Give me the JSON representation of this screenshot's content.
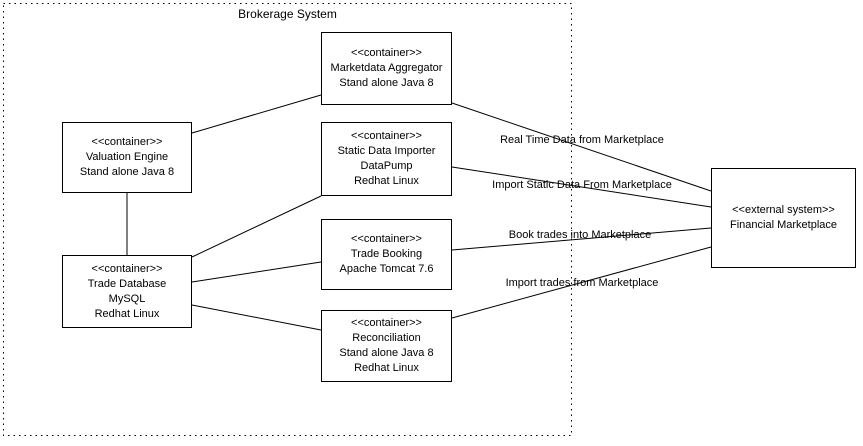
{
  "diagram": {
    "boundary_label": "Brokerage System",
    "nodes": [
      {
        "name": "marketdata-aggregator",
        "lines": [
          "<<container>>",
          "Marketdata Aggregator",
          "Stand alone Java 8"
        ]
      },
      {
        "name": "valuation-engine",
        "lines": [
          "<<container>>",
          "Valuation Engine",
          "Stand alone Java 8"
        ]
      },
      {
        "name": "static-data-importer",
        "lines": [
          "<<container>>",
          "Static Data Importer",
          "DataPump",
          "Redhat Linux"
        ]
      },
      {
        "name": "trade-database",
        "lines": [
          "<<container>>",
          "Trade Database",
          "MySQL",
          "Redhat Linux"
        ]
      },
      {
        "name": "trade-booking",
        "lines": [
          "<<container>>",
          "Trade Booking",
          "Apache Tomcat 7.6"
        ]
      },
      {
        "name": "reconciliation",
        "lines": [
          "<<container>>",
          "Reconciliation",
          "Stand alone Java 8",
          "Redhat Linux"
        ]
      },
      {
        "name": "financial-marketplace",
        "lines": [
          "<<external system>>",
          "Financial Marketplace"
        ]
      }
    ],
    "edge_labels": [
      "Real Time Data from Marketplace",
      "Import Static Data From Marketplace",
      "Book trades into Marketplace",
      "Import trades from Marketplace"
    ],
    "colors": {
      "line": "#000000",
      "background": "#ffffff",
      "node_fill": "#ffffff",
      "text": "#000000"
    }
  }
}
